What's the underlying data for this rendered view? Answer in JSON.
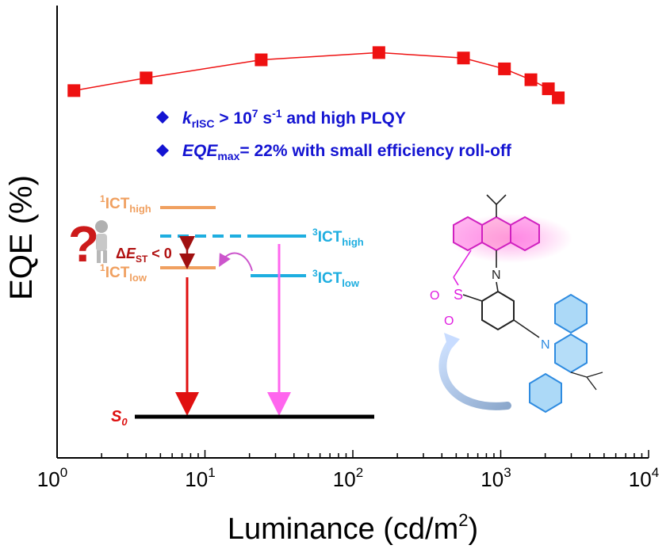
{
  "chart_data": {
    "type": "scatter",
    "xlabel": "Luminance (cd/m",
    "xlabel_sup": "2",
    "xlabel_tail": ")",
    "ylabel": "EQE (%)",
    "xscale": "log",
    "xlim": [
      1,
      10000
    ],
    "ylim": [
      0,
      25
    ],
    "y_ticks_labeled": false,
    "x_ticks": [
      {
        "value": 1,
        "base": "10",
        "exp": "0"
      },
      {
        "value": 10,
        "base": "10",
        "exp": "1"
      },
      {
        "value": 100,
        "base": "10",
        "exp": "2"
      },
      {
        "value": 1000,
        "base": "10",
        "exp": "3"
      },
      {
        "value": 10000,
        "base": "10",
        "exp": "4"
      }
    ],
    "series": [
      {
        "marker": "square",
        "color": "#ee1111",
        "x": [
          1.3,
          4.0,
          24,
          150,
          560,
          1060,
          1600,
          2100,
          2450
        ],
        "y": [
          20.3,
          21.0,
          22.0,
          22.4,
          22.1,
          21.5,
          20.9,
          20.4,
          19.9
        ]
      }
    ],
    "annotations": {
      "bullets": [
        {
          "icon": "diamond-icon",
          "color": "#1414d2",
          "parts": [
            "k",
            "rISC",
            " > 10",
            "7",
            " s",
            "-1",
            " and high PLQY"
          ]
        },
        {
          "icon": "diamond-icon",
          "color": "#1414d2",
          "parts": [
            "EQE",
            "max",
            "= 22% with small efficiency roll-off"
          ]
        }
      ],
      "energy_diagram": {
        "singlet_high": {
          "base": "ICT",
          "sub": "high",
          "sup": "1",
          "color": "#f0a060"
        },
        "singlet_low": {
          "base": "ICT",
          "sub": "low",
          "sup": "1",
          "color": "#f0a060"
        },
        "triplet_high": {
          "base": "ICT",
          "sub": "high",
          "sup": "3",
          "color": "#1eaee0"
        },
        "triplet_low": {
          "base": "ICT",
          "sub": "low",
          "sup": "3",
          "color": "#1eaee0"
        },
        "gap": {
          "prefix": "Δ",
          "var": "E",
          "sub": "ST",
          "rest": " < 0",
          "color": "#b01010"
        },
        "ground": {
          "base": "S",
          "sub": "0",
          "color": "#dd1111"
        },
        "question_mark": "?"
      },
      "molecule": {
        "colors": {
          "donor_top": "#ff55cc",
          "donor_bottom": "#2e8be0",
          "acceptor": "#e020e0",
          "core": "#222222"
        },
        "atoms": {
          "nitrogen": "N",
          "sulfur": "S",
          "oxygen": "O"
        }
      }
    }
  }
}
